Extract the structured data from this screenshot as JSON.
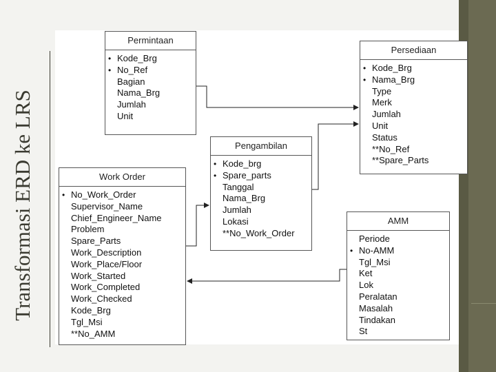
{
  "slide": {
    "title": "Transformasi ERD ke LRS"
  },
  "entities": {
    "permintaan": {
      "name": "Permintaan",
      "attributes": [
        {
          "text": "Kode_Brg",
          "pk": true
        },
        {
          "text": "No_Ref",
          "pk": true
        },
        {
          "text": "Bagian",
          "pk": false
        },
        {
          "text": "Nama_Brg",
          "pk": false
        },
        {
          "text": "Jumlah",
          "pk": false
        },
        {
          "text": "Unit",
          "pk": false
        }
      ]
    },
    "persediaan": {
      "name": "Persediaan",
      "attributes": [
        {
          "text": "Kode_Brg",
          "pk": true
        },
        {
          "text": "Nama_Brg",
          "pk": true
        },
        {
          "text": "Type",
          "pk": false
        },
        {
          "text": "Merk",
          "pk": false
        },
        {
          "text": "Jumlah",
          "pk": false
        },
        {
          "text": "Unit",
          "pk": false
        },
        {
          "text": "Status",
          "pk": false
        },
        {
          "text": "**No_Ref",
          "pk": false
        },
        {
          "text": "**Spare_Parts",
          "pk": false
        }
      ]
    },
    "pengambilan": {
      "name": "Pengambilan",
      "attributes": [
        {
          "text": "Kode_brg",
          "pk": true
        },
        {
          "text": "Spare_parts",
          "pk": true
        },
        {
          "text": "Tanggal",
          "pk": false
        },
        {
          "text": "Nama_Brg",
          "pk": false
        },
        {
          "text": "Jumlah",
          "pk": false
        },
        {
          "text": "Lokasi",
          "pk": false
        },
        {
          "text": "**No_Work_Order",
          "pk": false
        }
      ]
    },
    "work_order": {
      "name": "Work Order",
      "attributes": [
        {
          "text": "No_Work_Order",
          "pk": true
        },
        {
          "text": "Supervisor_Name",
          "pk": false
        },
        {
          "text": "Chief_Engineer_Name",
          "pk": false
        },
        {
          "text": "Problem",
          "pk": false
        },
        {
          "text": "Spare_Parts",
          "pk": false
        },
        {
          "text": "Work_Description",
          "pk": false
        },
        {
          "text": "Work_Place/Floor",
          "pk": false
        },
        {
          "text": "Work_Started",
          "pk": false
        },
        {
          "text": "Work_Completed",
          "pk": false
        },
        {
          "text": "Work_Checked",
          "pk": false
        },
        {
          "text": "Kode_Brg",
          "pk": false
        },
        {
          "text": "Tgl_Msi",
          "pk": false
        },
        {
          "text": "**No_AMM",
          "pk": false
        }
      ]
    },
    "amm": {
      "name": "AMM",
      "attributes": [
        {
          "text": "Periode",
          "pk": false
        },
        {
          "text": "No-AMM",
          "pk": true
        },
        {
          "text": "Tgl_Msi",
          "pk": false
        },
        {
          "text": "Ket",
          "pk": false
        },
        {
          "text": "Lok",
          "pk": false
        },
        {
          "text": "Peralatan",
          "pk": false
        },
        {
          "text": "Masalah",
          "pk": false
        },
        {
          "text": "Tindakan",
          "pk": false
        },
        {
          "text": "St",
          "pk": false
        }
      ]
    }
  }
}
